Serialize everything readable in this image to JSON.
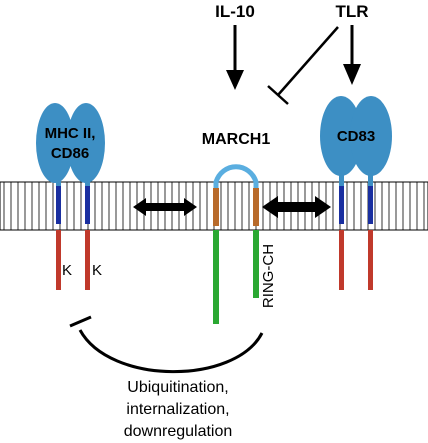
{
  "labels": {
    "il10": "IL-10",
    "tlr": "TLR",
    "march1": "MARCH1",
    "mhc_line1": "MHC II,",
    "mhc_line2": "CD86",
    "cd83": "CD83",
    "lysine_left": "K",
    "lysine_right": "K",
    "ring_ch": "RING-CH",
    "outcome_line1": "Ubiquitination,",
    "outcome_line2": "internalization,",
    "outcome_line3": "downregulation"
  },
  "colors": {
    "receptor_blue": "#3d8fc4",
    "march_loop": "#5aaee0",
    "transmembrane_blue": "#1a2fa0",
    "tail_red": "#c0392b",
    "march_orange": "#b86a2a",
    "march_green": "#2aa832",
    "black": "#000000"
  },
  "icons": {
    "activation_arrow": "arrow-down-icon",
    "inhibition": "t-bar-inhibition-icon",
    "lateral_movement": "double-headed-arrow-icon"
  }
}
